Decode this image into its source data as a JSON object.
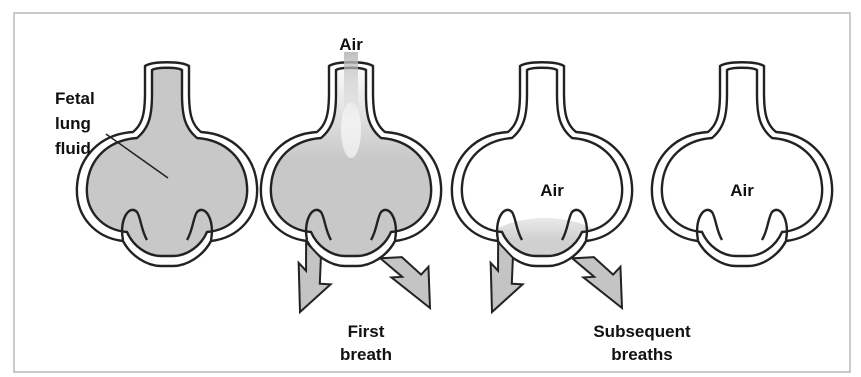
{
  "labels": {
    "fetal_fluid_line1": "Fetal",
    "fetal_fluid_line2": "lung",
    "fetal_fluid_line3": "fluid",
    "air_top": "Air",
    "air_stage3": "Air",
    "air_stage4": "Air",
    "first_breath_line1": "First",
    "first_breath_line2": "breath",
    "subsequent_line1": "Subsequent",
    "subsequent_line2": "breaths"
  },
  "colors": {
    "fluid": "#c8c8c8",
    "outline": "#222222",
    "frame": "#c9c9c9",
    "arrow_fill": "#c4c4c4"
  }
}
